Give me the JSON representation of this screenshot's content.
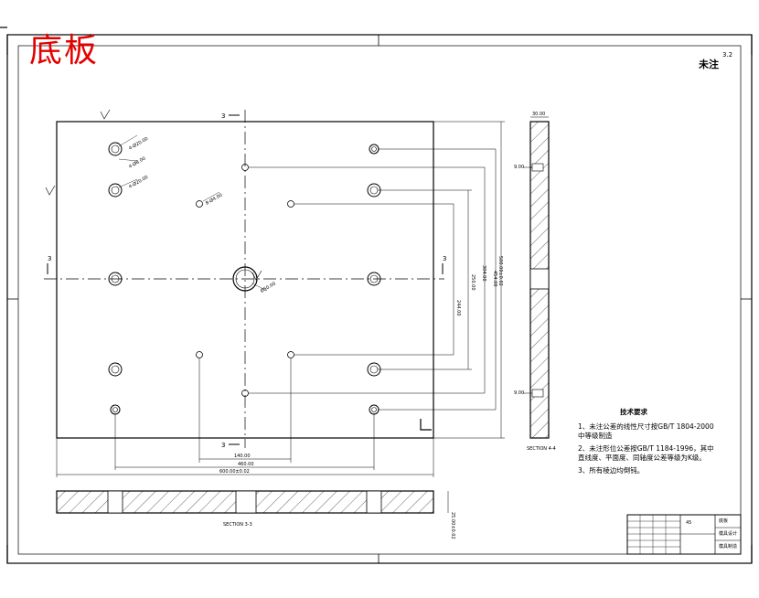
{
  "title": "底板",
  "roughness": {
    "label": "未注",
    "value": "3.2"
  },
  "technical_requirements": {
    "title": "技术要求",
    "items": [
      "1、未注公差的线性尺寸按GB/T 1804-2000中等级制造",
      "2、未注形位公差按GB/T 1184-1996，其中直线度、平面度、同轴度公差等级为K级。",
      "3、所有棱边均倒钝。"
    ]
  },
  "dimensions": {
    "vertical": [
      "244.00",
      "250.00",
      "304.00",
      "454.00",
      "500.00±0.02"
    ],
    "horizontal": [
      "140.00",
      "460.00",
      "600.00±0.02"
    ],
    "side_top": "30.00",
    "side_left_top": "9.00",
    "side_left_bottom": "9.00",
    "thickness": "25.00±0.02"
  },
  "hole_callouts": [
    "4-Ø20.00",
    "4-Ø8.00",
    "4-Ø20.00",
    "8-Ø4.00",
    "Ø50.00"
  ],
  "section_labels": {
    "left": "3",
    "right": "3",
    "top": "3",
    "bottom": "3",
    "section_view": "SECTION 3-3",
    "side_view": "SECTION 4-4"
  },
  "title_block": {
    "name": "底板",
    "material": "45",
    "note1": "模具设计",
    "note2": "模具制造"
  }
}
